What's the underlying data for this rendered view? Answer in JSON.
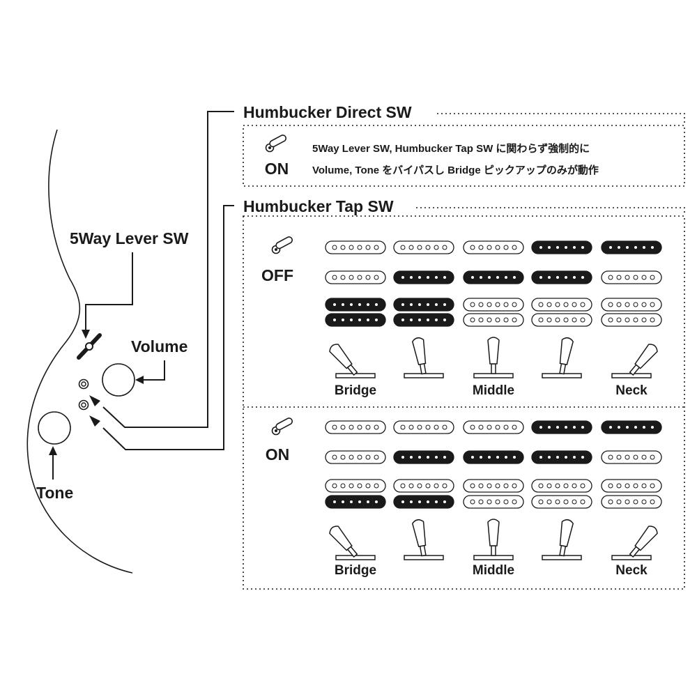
{
  "guitar": {
    "lever_label": "5Way Lever SW",
    "volume_label": "Volume",
    "tone_label": "Tone"
  },
  "direct": {
    "title": "Humbucker Direct SW",
    "state": "ON",
    "line1": "5Way Lever SW, Humbucker Tap SW に関わらず強制的に",
    "line2": "Volume, Tone をバイパスし Bridge ピックアップのみが動作"
  },
  "tap": {
    "title": "Humbucker Tap SW",
    "panels": [
      {
        "state": "OFF",
        "neck": [
          false,
          false,
          false,
          true,
          true
        ],
        "middle": [
          false,
          true,
          true,
          true,
          false
        ],
        "bridge": [
          [
            true,
            true
          ],
          [
            true,
            true
          ],
          [
            false,
            false
          ],
          [
            false,
            false
          ],
          [
            false,
            false
          ]
        ]
      },
      {
        "state": "ON",
        "neck": [
          false,
          false,
          false,
          true,
          true
        ],
        "middle": [
          false,
          true,
          true,
          true,
          false
        ],
        "bridge": [
          [
            false,
            true
          ],
          [
            false,
            true
          ],
          [
            false,
            false
          ],
          [
            false,
            false
          ],
          [
            false,
            false
          ]
        ]
      }
    ],
    "position_labels": [
      "Bridge",
      "Middle",
      "Neck"
    ],
    "lever_angles": [
      -40,
      -10,
      0,
      10,
      40
    ]
  }
}
